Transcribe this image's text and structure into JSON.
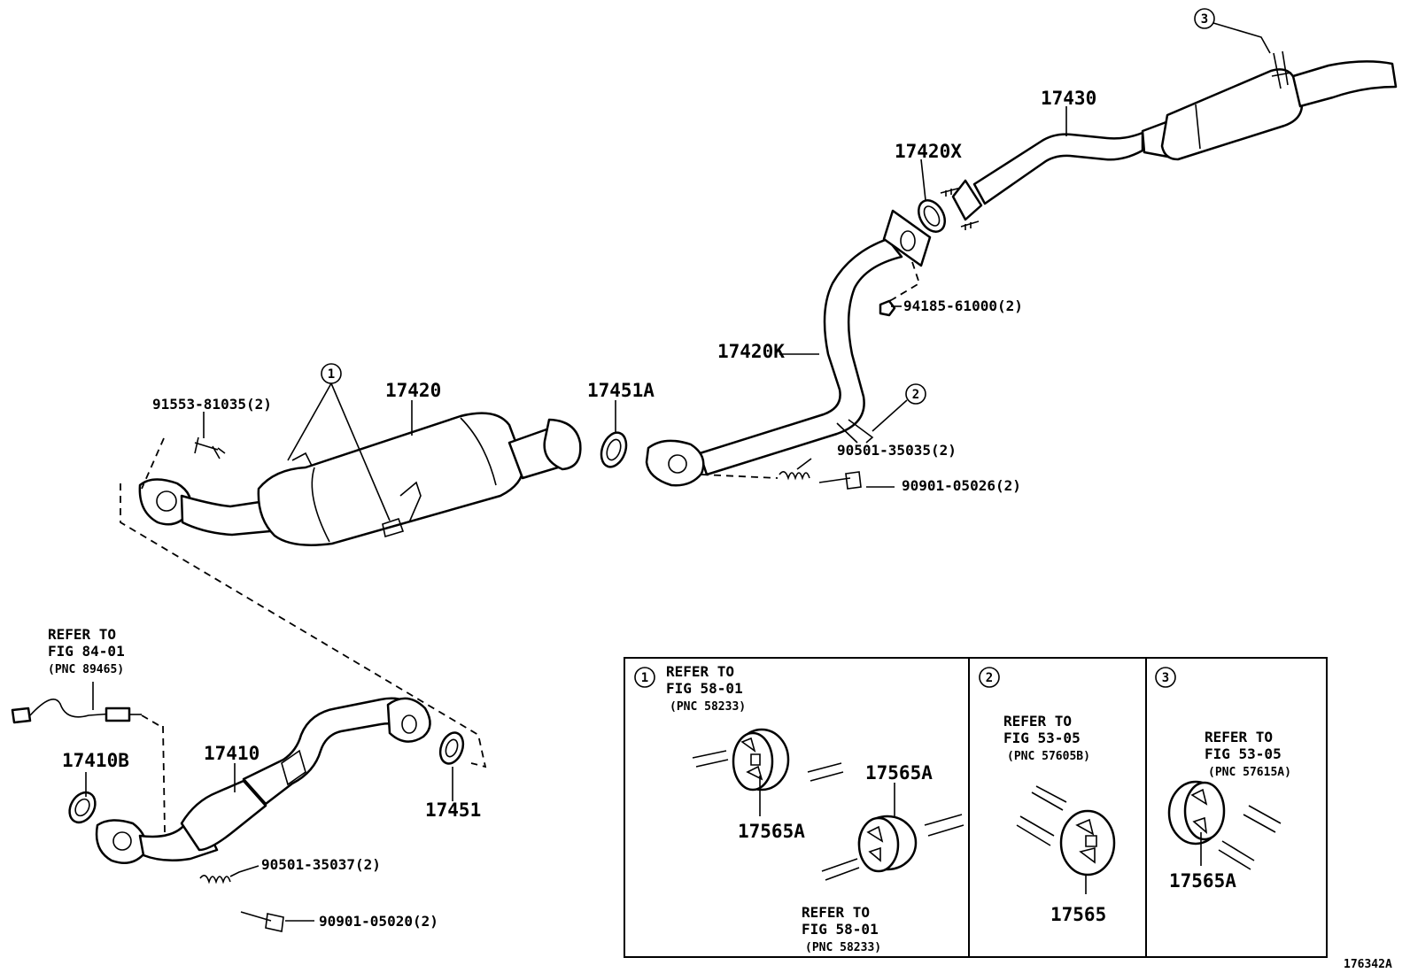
{
  "labels": {
    "p17430": "17430",
    "p17420X": "17420X",
    "p94185": "94185-61000(2)",
    "p17420K": "17420K",
    "p17420": "17420",
    "p17451A": "17451A",
    "p91553": "91553-81035(2)",
    "p90501_35035": "90501-35035(2)",
    "p90901_05026": "90901-05026(2)",
    "p17410B": "17410B",
    "p17410": "17410",
    "p17451": "17451",
    "p90501_35037": "90501-35037(2)",
    "p90901_05020": "90901-05020(2)",
    "figure_code": "176342A"
  },
  "callouts": {
    "c1": "1",
    "c2": "2",
    "c3": "3"
  },
  "refer_sensor": {
    "l1": "REFER TO",
    "l2": "FIG 84-01",
    "l3": "(PNC 89465)"
  },
  "detail_boxes": {
    "box1": {
      "num": "1",
      "ref_top": {
        "l1": "REFER TO",
        "l2": "FIG 58-01",
        "l3": "(PNC 58233)"
      },
      "part_a": "17565A",
      "part_b": "17565A",
      "ref_bottom": {
        "l1": "REFER TO",
        "l2": "FIG 58-01",
        "l3": "(PNC 58233)"
      }
    },
    "box2": {
      "num": "2",
      "ref": {
        "l1": "REFER TO",
        "l2": "FIG 53-05",
        "l3": "(PNC 57605B)"
      },
      "part": "17565"
    },
    "box3": {
      "num": "3",
      "ref": {
        "l1": "REFER TO",
        "l2": "FIG 53-05",
        "l3": "(PNC 57615A)"
      },
      "part": "17565A"
    }
  }
}
